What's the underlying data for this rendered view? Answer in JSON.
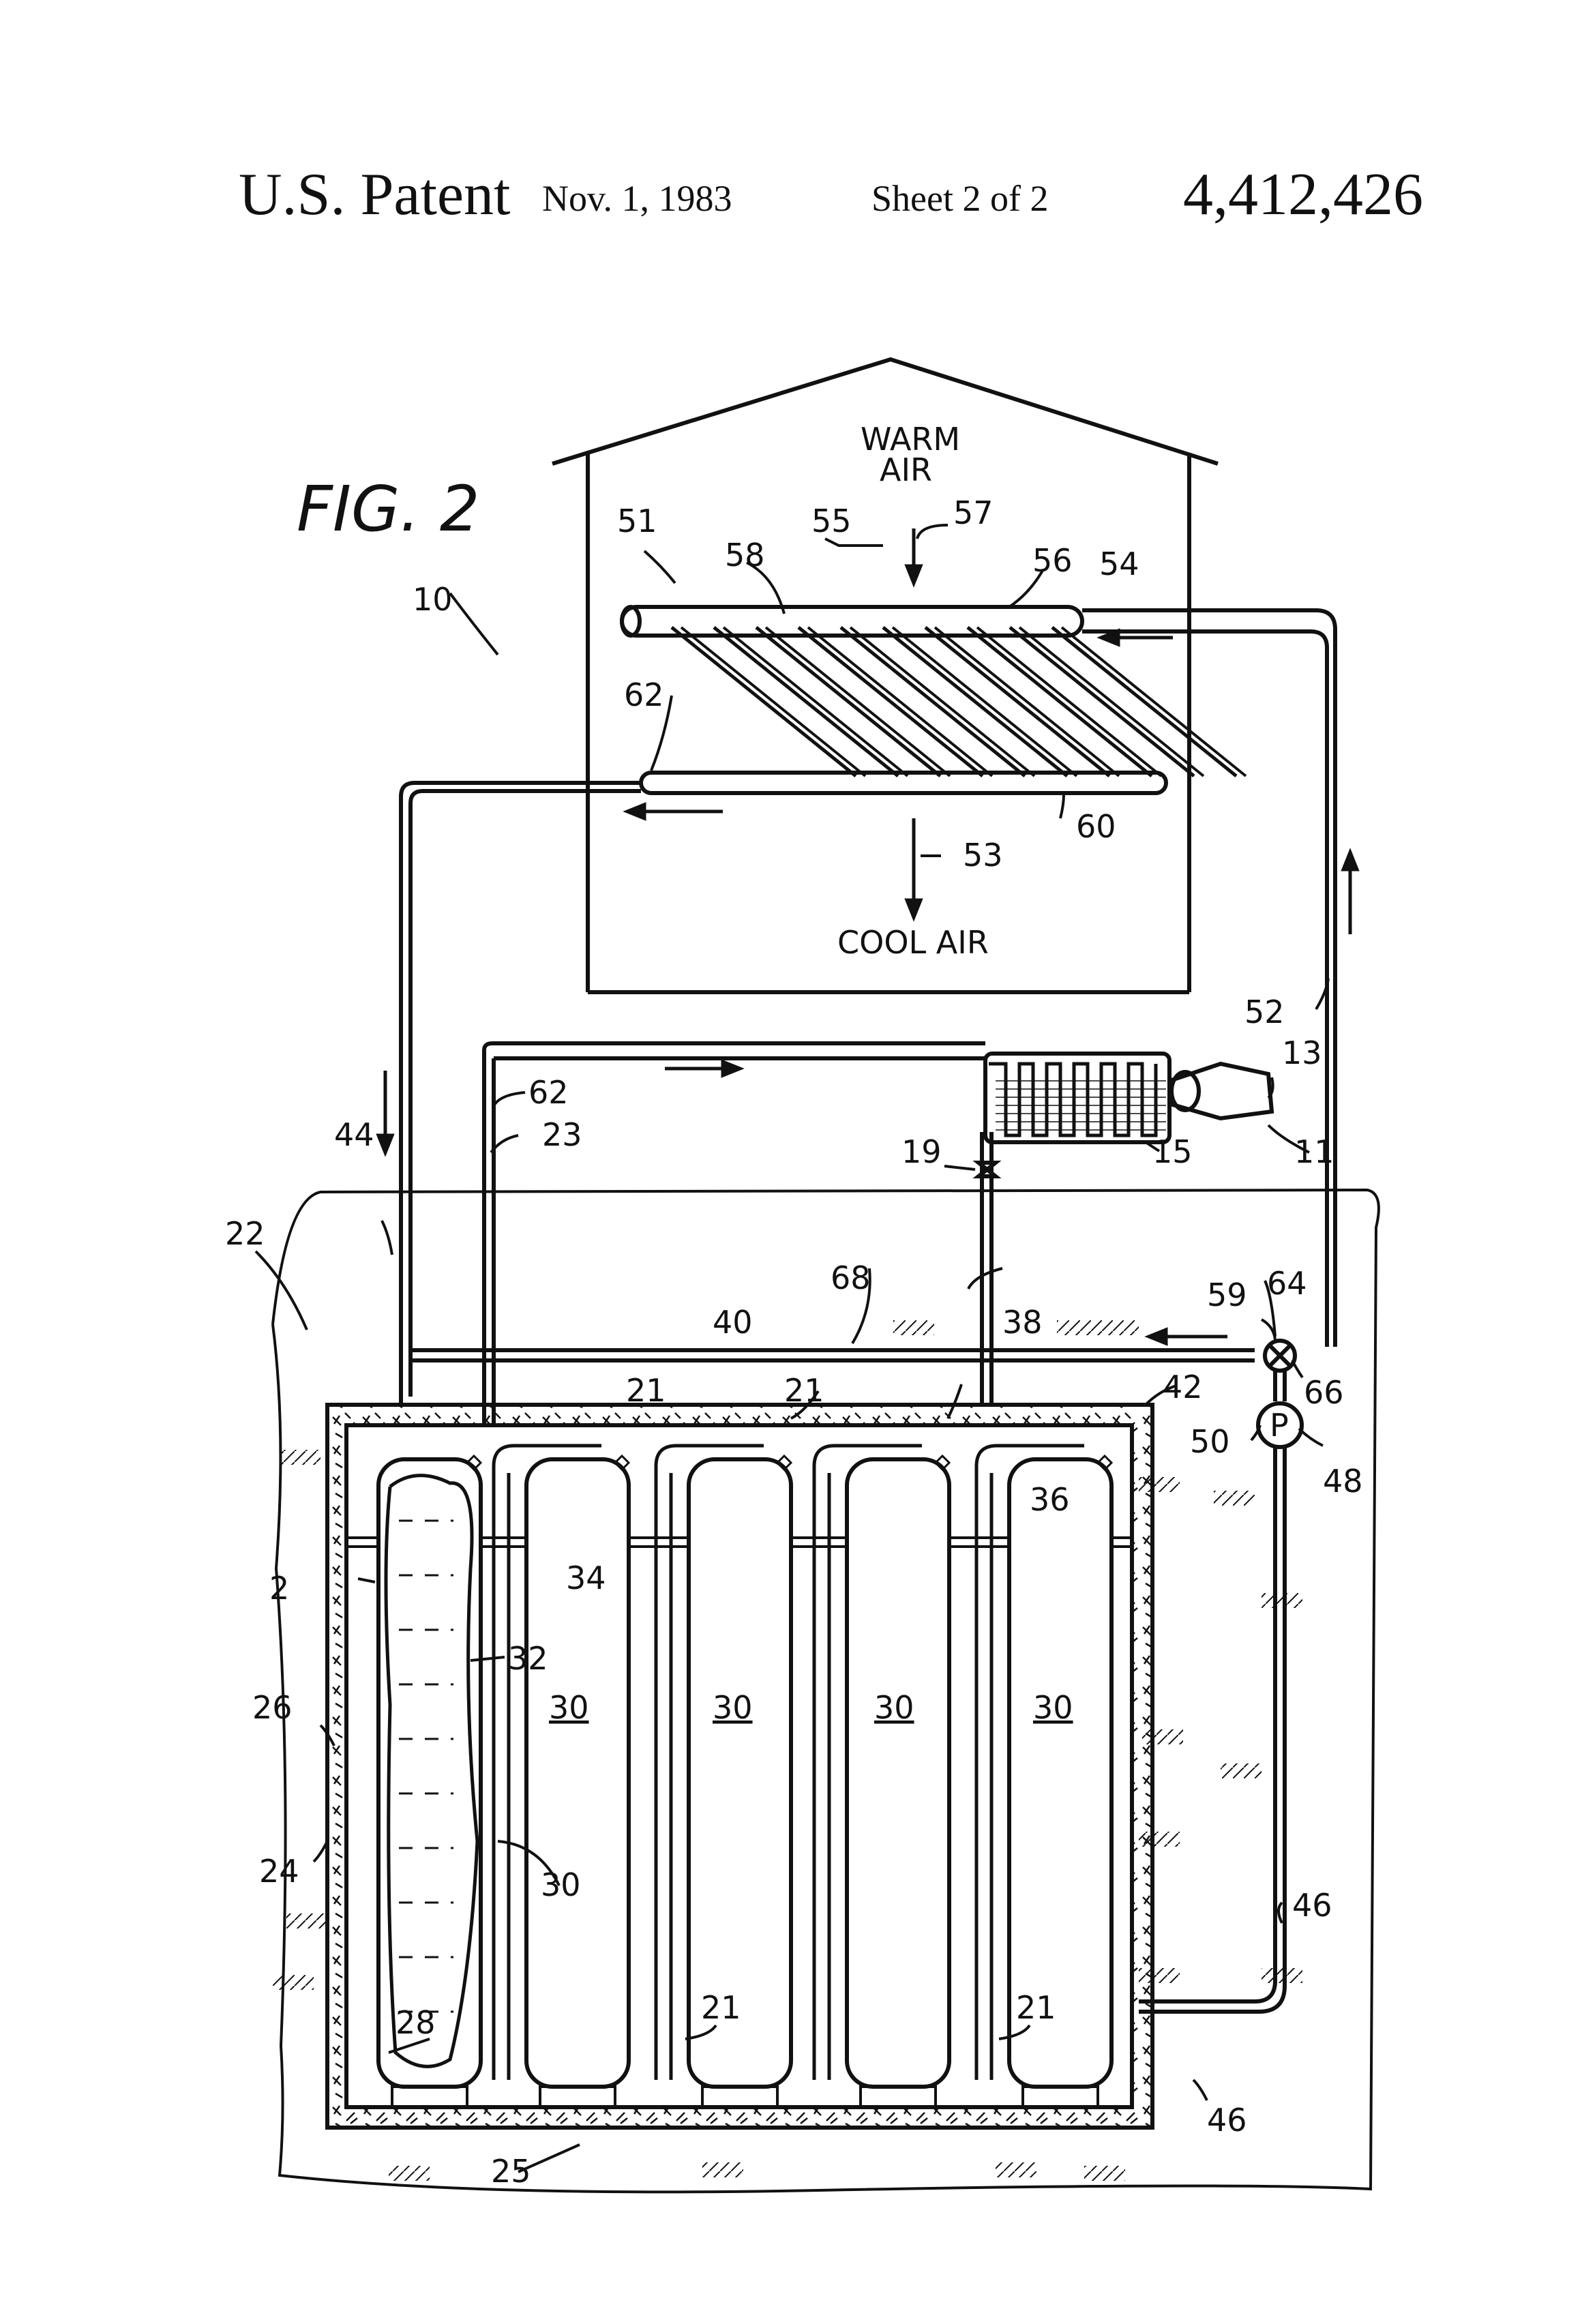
{
  "header": {
    "patent_label": "U.S. Patent",
    "date": "Nov. 1, 1983",
    "sheet": "Sheet 2 of 2",
    "patent_number": "4,412,426"
  },
  "figure": {
    "title": "FIG. 2",
    "warm_air_line1": "WARM",
    "warm_air_line2": "AIR",
    "cool_air": "COOL AIR",
    "refs": {
      "r2": "2",
      "r10": "10",
      "r11": "11",
      "r13": "13",
      "r15": "15",
      "r19": "19",
      "r21a": "21",
      "r21b": "21",
      "r21c": "21",
      "r21d": "21",
      "r22": "22",
      "r23": "23",
      "r24": "24",
      "r25": "25",
      "r26": "26",
      "r28": "28",
      "r30a": "30",
      "r30b": "30",
      "r30c": "30",
      "r30d": "30",
      "r30e": "30",
      "r32": "32",
      "r34": "34",
      "r36": "36",
      "r38": "38",
      "r40": "40",
      "r42": "42",
      "r44": "44",
      "r46a": "46",
      "r46b": "46",
      "r48": "48",
      "r50": "50",
      "r51": "51",
      "r52": "52",
      "r53": "53",
      "r54": "54",
      "r55": "55",
      "r56": "56",
      "r57": "57",
      "r58": "58",
      "r59": "59",
      "r60": "60",
      "r62a": "62",
      "r62b": "62",
      "r64": "64",
      "r66": "66",
      "r68": "68",
      "pump": "P"
    }
  }
}
